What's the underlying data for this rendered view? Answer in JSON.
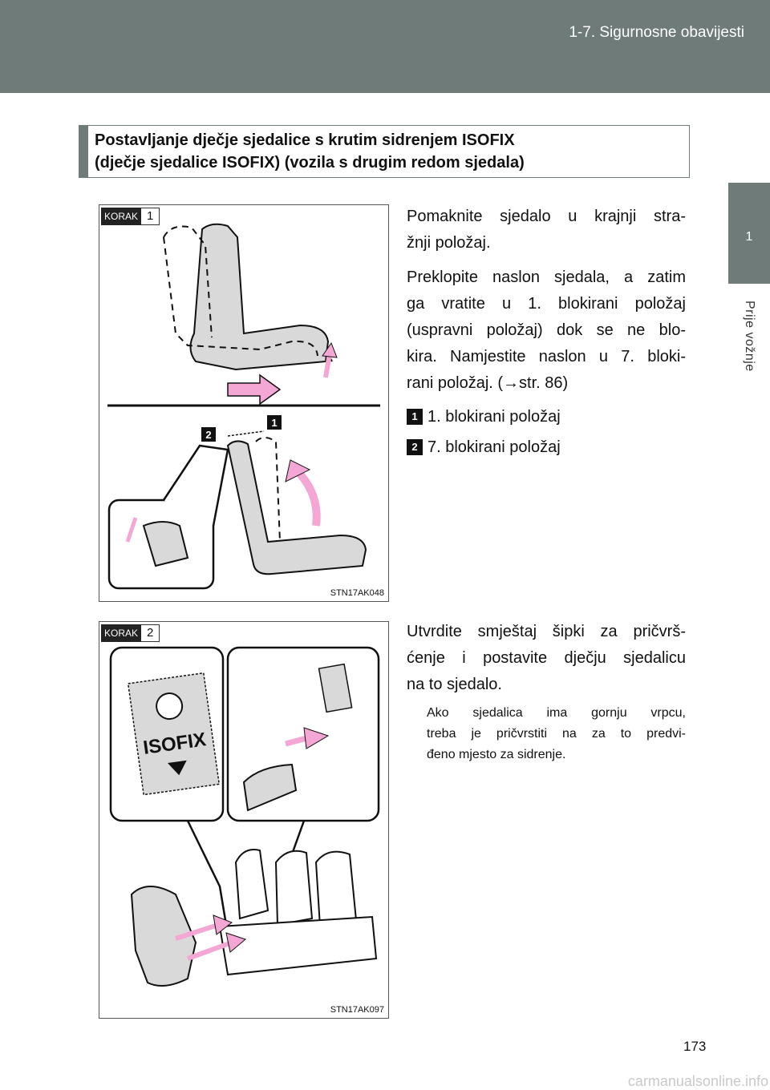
{
  "header": {
    "title": "1-7. Sigurnosne obavijesti"
  },
  "side_tab": {
    "number": "1",
    "label": "Prije vožnje"
  },
  "section": {
    "title_line1": "Postavljanje dječje sjedalice s krutim sidrenjem ISOFIX",
    "title_line2": "(dječje sjedalice ISOFIX) (vozila s drugim redom sjedala)"
  },
  "step1": {
    "korak_label": "KORAK",
    "korak_num": "1",
    "fig_code": "STN17AK048",
    "callout1": "1",
    "callout2": "2",
    "para1_l1": "Pomaknite sjedalo u krajnji stra-",
    "para1_l2": "žnji položaj.",
    "para2_l1": "Preklopite naslon sjedala, a zatim",
    "para2_l2": "ga vratite u 1. blokirani položaj",
    "para2_l3": "(uspravni položaj) dok se ne blo-",
    "para2_l4": "kira. Namjestite naslon u 7. bloki-",
    "para2_l5": "rani položaj. (→str. 86)",
    "items": [
      {
        "badge": "1",
        "text": "1. blokirani položaj"
      },
      {
        "badge": "2",
        "text": "7. blokirani položaj"
      }
    ]
  },
  "step2": {
    "korak_label": "KORAK",
    "korak_num": "2",
    "fig_code": "STN17AK097",
    "label_text": "ISOFIX",
    "para_l1": "Utvrdite smještaj šipki za pričvrš-",
    "para_l2": "ćenje i postavite dječju sjedalicu",
    "para_l3": "na to sjedalo.",
    "note_l1": "Ako sjedalica ima gornju vrpcu,",
    "note_l2": "treba je pričvrstiti na za to predvi-",
    "note_l3": "đeno mjesto za sidrenje."
  },
  "page": {
    "number": "173"
  },
  "watermark": "carmanualsonline.info",
  "colors": {
    "header_bg": "#6e7b78",
    "arrow_pink": "#f4a6d4",
    "seat_gray": "#d9d9d9"
  }
}
